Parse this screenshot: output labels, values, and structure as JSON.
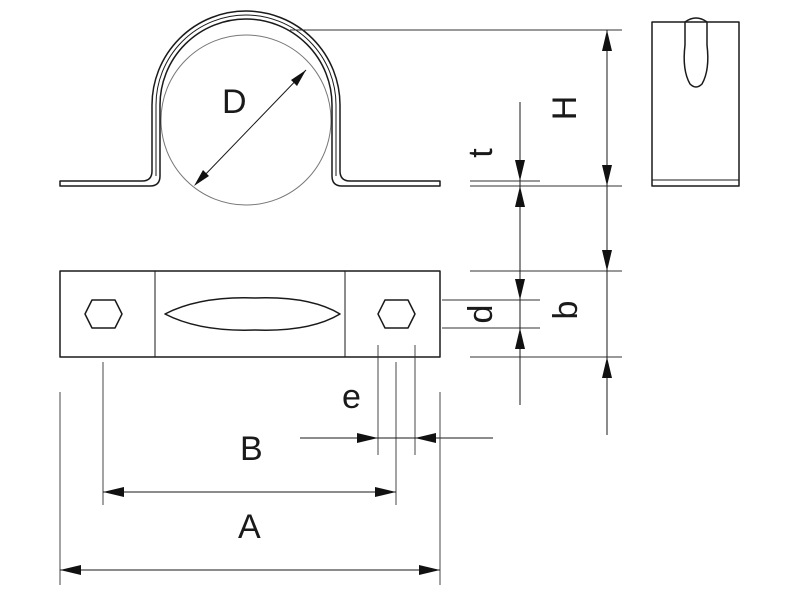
{
  "dimension_labels": {
    "D": "D",
    "H": "H",
    "t": "t",
    "d": "d",
    "b": "b",
    "e": "e",
    "B": "B",
    "A": "A"
  },
  "colors": {
    "line": "#1a1a1a",
    "background": "#ffffff"
  }
}
